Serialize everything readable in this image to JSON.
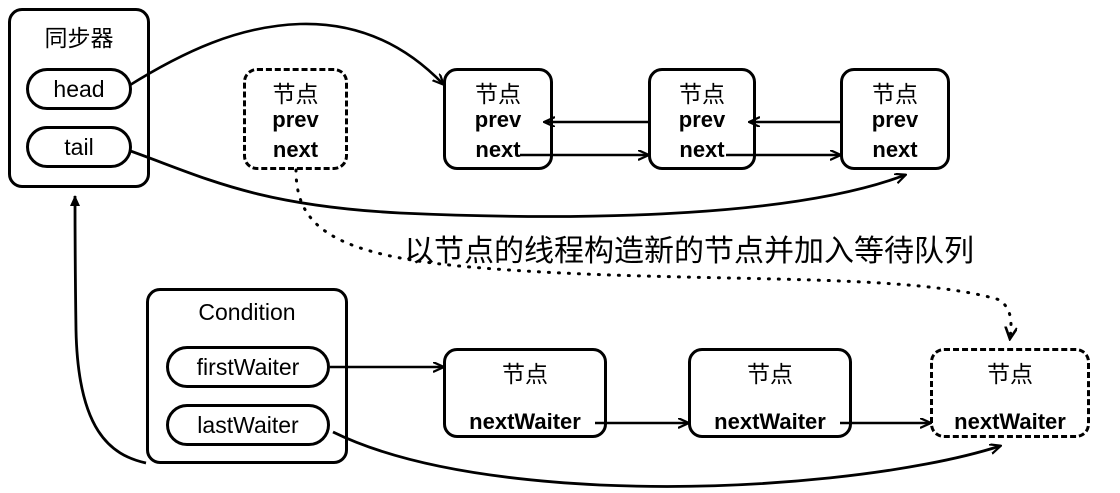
{
  "diagram": {
    "title_text": "以节点的线程构造新的节点并加入等待队列",
    "synchronizer": {
      "title": "同步器",
      "fields": [
        {
          "label": "head"
        },
        {
          "label": "tail"
        }
      ]
    },
    "condition": {
      "title": "Condition",
      "fields": [
        {
          "label": "firstWaiter"
        },
        {
          "label": "lastWaiter"
        }
      ]
    },
    "pending_node": {
      "title": "节点",
      "fields": [
        "prev",
        "next"
      ],
      "style": "dashed"
    },
    "sync_queue_nodes": [
      {
        "title": "节点",
        "fields": [
          "prev",
          "next"
        ],
        "style": "solid"
      },
      {
        "title": "节点",
        "fields": [
          "prev",
          "next"
        ],
        "style": "solid"
      },
      {
        "title": "节点",
        "fields": [
          "prev",
          "next"
        ],
        "style": "solid"
      }
    ],
    "condition_queue_nodes": [
      {
        "title": "节点",
        "fields": [
          "nextWaiter"
        ],
        "style": "solid"
      },
      {
        "title": "节点",
        "fields": [
          "nextWaiter"
        ],
        "style": "solid"
      },
      {
        "title": "节点",
        "fields": [
          "nextWaiter"
        ],
        "style": "dashed"
      }
    ],
    "colors": {
      "stroke": "#000000",
      "background": "#ffffff"
    }
  }
}
